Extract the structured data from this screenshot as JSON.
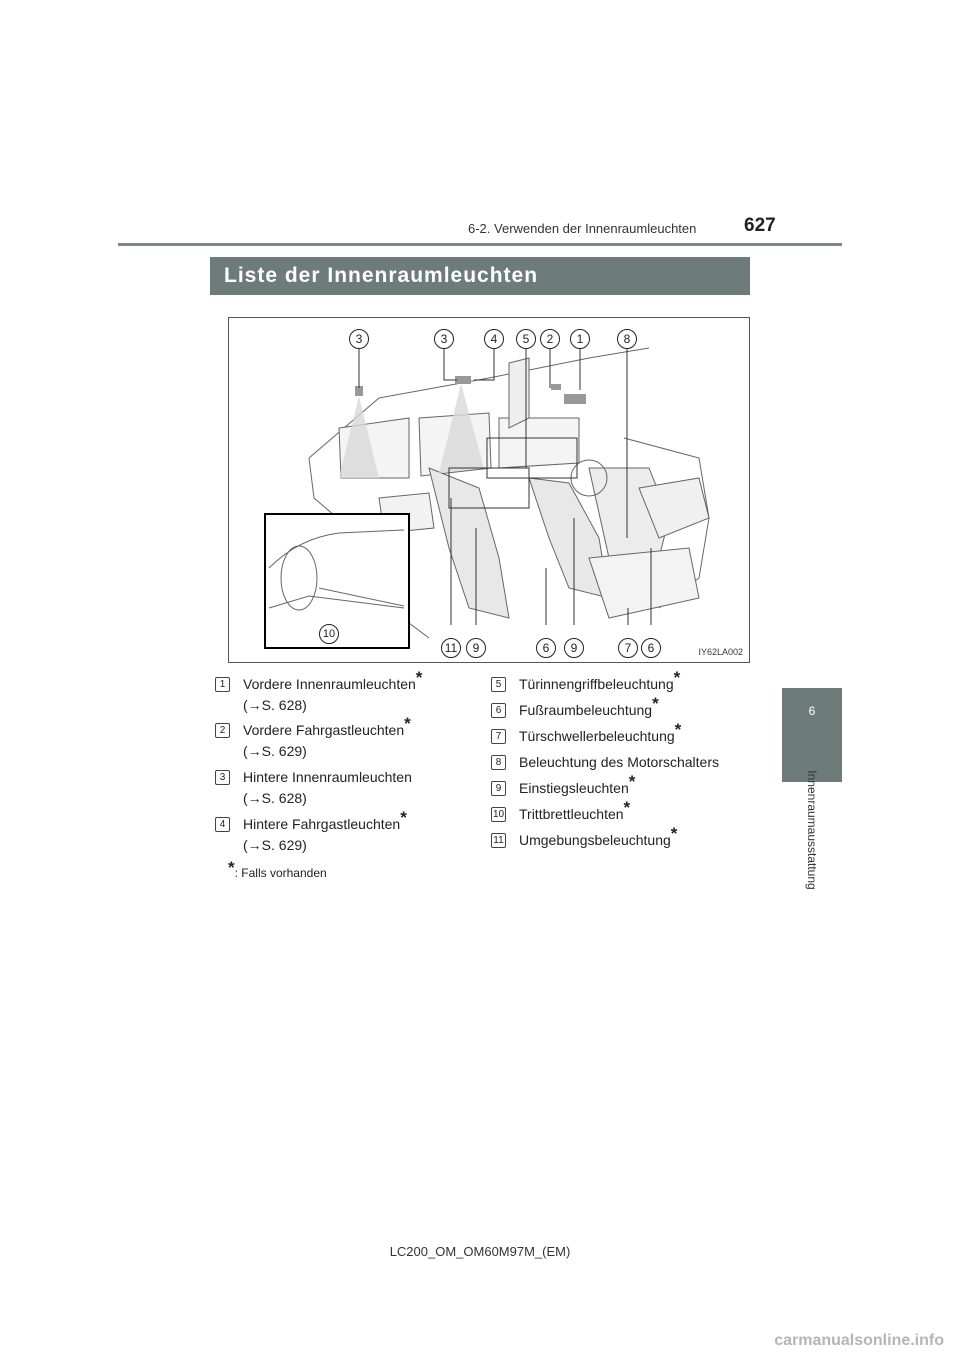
{
  "header": {
    "section": "6-2. Verwenden der Innenraumleuchten",
    "page_number": "627"
  },
  "side_tab": {
    "chapter_number": "6",
    "chapter_label": "Innenraumausstattung"
  },
  "section_title": "Liste der Innenraumleuchten",
  "figure": {
    "code": "IY62LA002",
    "callouts_top": [
      "3",
      "3",
      "4",
      "5",
      "2",
      "1",
      "8"
    ],
    "callouts_bottom": [
      "11",
      "9",
      "6",
      "9",
      "7",
      "6"
    ],
    "callout_inset": "10"
  },
  "legend": {
    "left": [
      {
        "num": "1",
        "text": "Vordere Innenraumleuchten",
        "asterisk": "*",
        "ref": "(→S. 628)"
      },
      {
        "num": "2",
        "text": "Vordere Fahrgastleuchten",
        "asterisk": "*",
        "ref": "(→S. 629)"
      },
      {
        "num": "3",
        "text": "Hintere Innenraumleuchten",
        "asterisk": "",
        "ref": "(→S. 628)"
      },
      {
        "num": "4",
        "text": "Hintere Fahrgastleuchten",
        "asterisk": "*",
        "ref": "(→S. 629)"
      }
    ],
    "right": [
      {
        "num": "5",
        "text": "Türinnengriffbeleuchtung",
        "asterisk": "*"
      },
      {
        "num": "6",
        "text": "Fußraumbeleuchtung",
        "asterisk": "*"
      },
      {
        "num": "7",
        "text": "Türschwellerbeleuchtung",
        "asterisk": "*"
      },
      {
        "num": "8",
        "text": "Beleuchtung des Motorschalters",
        "asterisk": ""
      },
      {
        "num": "9",
        "text": "Einstiegsleuchten",
        "asterisk": "*"
      },
      {
        "num": "10",
        "text": "Trittbrettleuchten",
        "asterisk": "*"
      },
      {
        "num": "11",
        "text": "Umgebungsbeleuchtung",
        "asterisk": "*"
      }
    ]
  },
  "footnote": {
    "asterisk": "*",
    "text": ": Falls vorhanden"
  },
  "footer": {
    "doc_id": "LC200_OM_OM60M97M_(EM)"
  },
  "watermark": "carmanualsonline.info"
}
